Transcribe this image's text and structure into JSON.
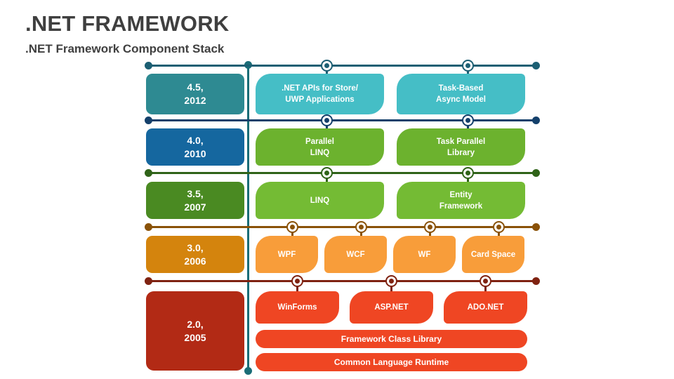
{
  "header": {
    "title": ".NET FRAMEWORK",
    "subtitle": ".NET Framework Component Stack"
  },
  "colors": {
    "spine": "#1a6d77",
    "row1_version": "#2e8a92",
    "row1_item": "#45bec6",
    "row1_rail": "#1c5f73",
    "row2_version": "#15679f",
    "row2_item": "#6cb22e",
    "row2_rail": "#14406b",
    "row3_version": "#4a8a22",
    "row3_item": "#74bb34",
    "row3_rail": "#2f6318",
    "row4_version": "#d4840d",
    "row4_item": "#f89d3a",
    "row4_rail": "#8a5208",
    "row5_version": "#b22a15",
    "row5_item": "#ef4623",
    "row5_rail": "#7f2211"
  },
  "rows": [
    {
      "id": "row-45-2012",
      "version": "4.5,",
      "year": "2012",
      "version_color": "#2e8a92",
      "item_color": "#45bec6",
      "rail_color": "#1c5f73",
      "items": [
        {
          "label_line1": ".NET APIs for Store/",
          "label_line2": "UWP Applications"
        },
        {
          "label_line1": "Task-Based",
          "label_line2": "Async Model"
        }
      ]
    },
    {
      "id": "row-40-2010",
      "version": "4.0,",
      "year": "2010",
      "version_color": "#15679f",
      "item_color": "#6cb22e",
      "rail_color": "#14406b",
      "items": [
        {
          "label_line1": "Parallel",
          "label_line2": "LINQ"
        },
        {
          "label_line1": "Task Parallel",
          "label_line2": "Library"
        }
      ]
    },
    {
      "id": "row-35-2007",
      "version": "3.5,",
      "year": "2007",
      "version_color": "#4a8a22",
      "item_color": "#74bb34",
      "rail_color": "#2f6318",
      "items": [
        {
          "label_line1": "LINQ",
          "label_line2": ""
        },
        {
          "label_line1": "Entity",
          "label_line2": "Framework"
        }
      ]
    },
    {
      "id": "row-30-2006",
      "version": "3.0,",
      "year": "2006",
      "version_color": "#d4840d",
      "item_color": "#f89d3a",
      "rail_color": "#8a5208",
      "items": [
        {
          "label_line1": "WPF",
          "label_line2": ""
        },
        {
          "label_line1": "WCF",
          "label_line2": ""
        },
        {
          "label_line1": "WF",
          "label_line2": ""
        },
        {
          "label_line1": "Card Space",
          "label_line2": ""
        }
      ]
    },
    {
      "id": "row-20-2005",
      "version": "2.0,",
      "year": "2005",
      "version_color": "#b22a15",
      "item_color": "#ef4623",
      "rail_color": "#7f2211",
      "items": [
        {
          "label_line1": "WinForms",
          "label_line2": ""
        },
        {
          "label_line1": "ASP.NET",
          "label_line2": ""
        },
        {
          "label_line1": "ADO.NET",
          "label_line2": ""
        }
      ],
      "bars": [
        {
          "label": "Framework Class Library"
        },
        {
          "label": "Common Language Runtime"
        }
      ]
    }
  ]
}
